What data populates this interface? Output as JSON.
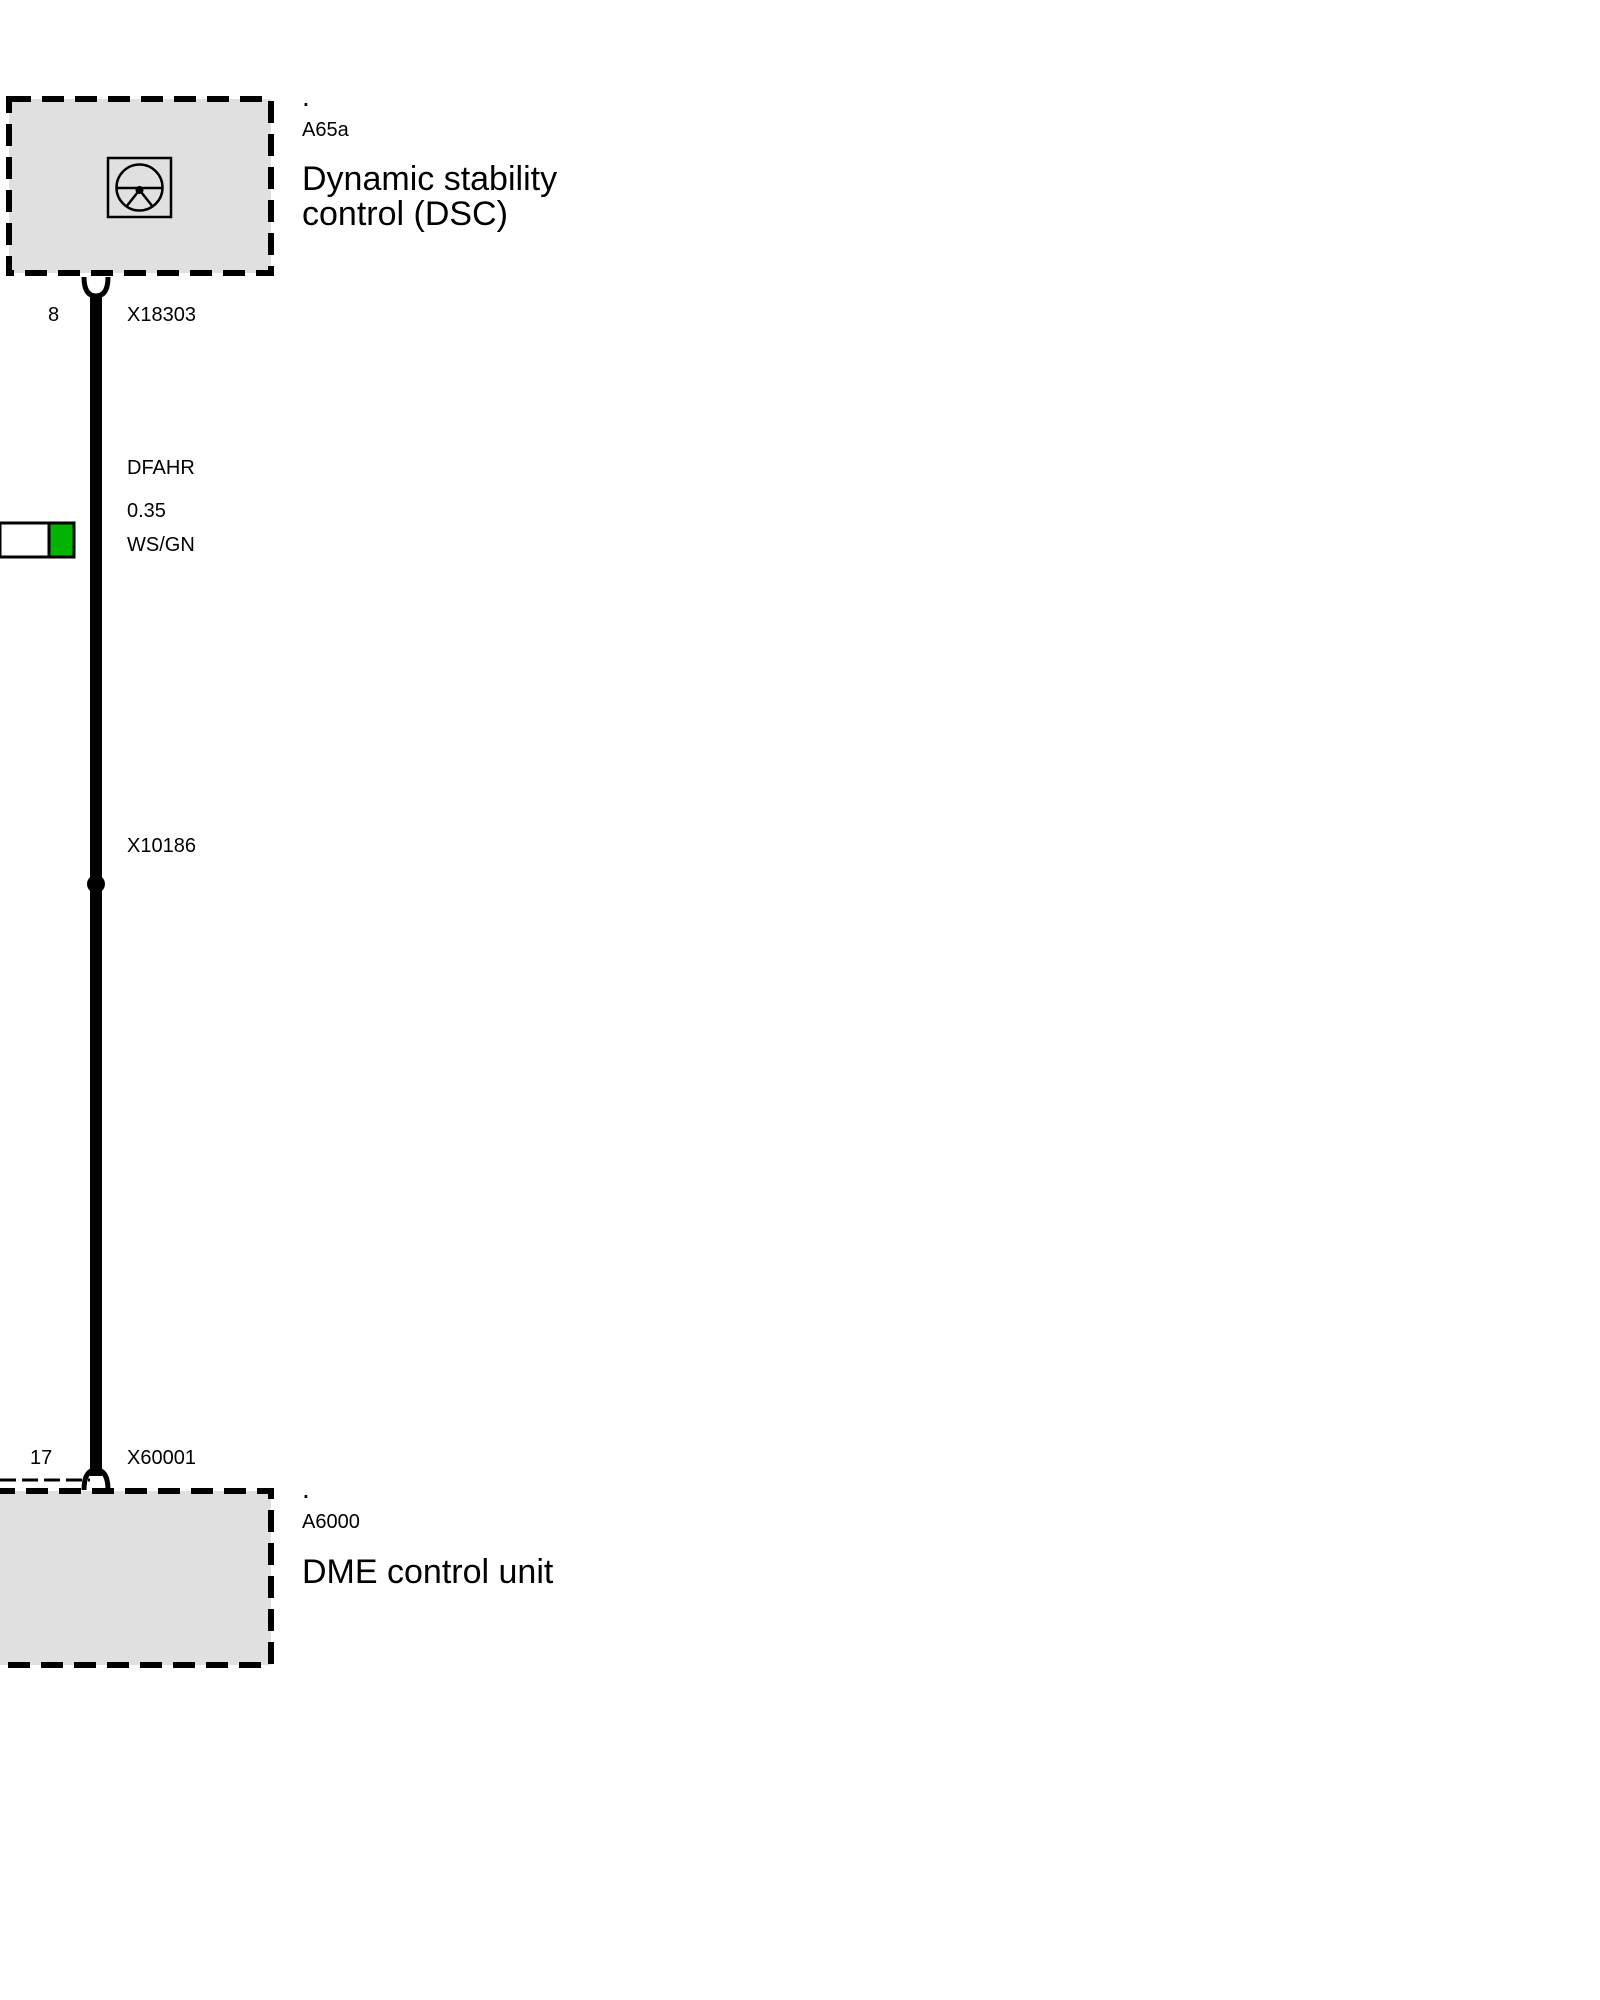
{
  "components": {
    "dsc": {
      "dot": ".",
      "id": "A65a",
      "name_line1": "Dynamic stability",
      "name_line2": "control (DSC)",
      "icon": "steering-wheel-icon",
      "pin": "8",
      "connector": "X18303"
    },
    "dme": {
      "dot": ".",
      "id": "A6000",
      "name": "DME control unit",
      "pin": "17",
      "connector": "X60001"
    }
  },
  "wire": {
    "signal": "DFAHR",
    "gauge": "0.35",
    "color_code": "WS/GN",
    "color_primary": "#ffffff",
    "color_secondary": "#00b400",
    "splice": "X10186"
  },
  "colors": {
    "box_fill": "#e0e0e0",
    "line": "#000000"
  }
}
